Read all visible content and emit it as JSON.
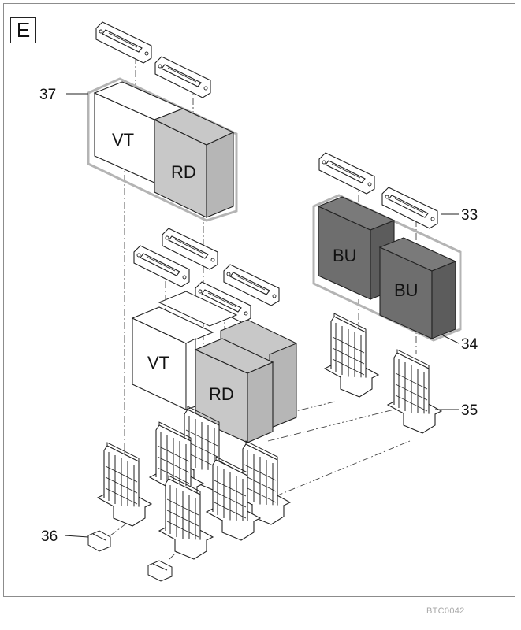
{
  "section_label": "E",
  "callouts": {
    "c37": "37",
    "c33": "33",
    "c34": "34",
    "c35": "35",
    "c36": "36"
  },
  "modules": {
    "vt": "VT",
    "rd": "RD",
    "bu": "BU"
  },
  "drawing_code": "BTC0042",
  "colors": {
    "frame": "#8c8c8c",
    "vt_fill": "#ffffff",
    "rd_fill": "#c8c8c8",
    "bu_fill": "#6e6e6e",
    "group_outline": "#b4b4b4",
    "line": "#222222"
  }
}
